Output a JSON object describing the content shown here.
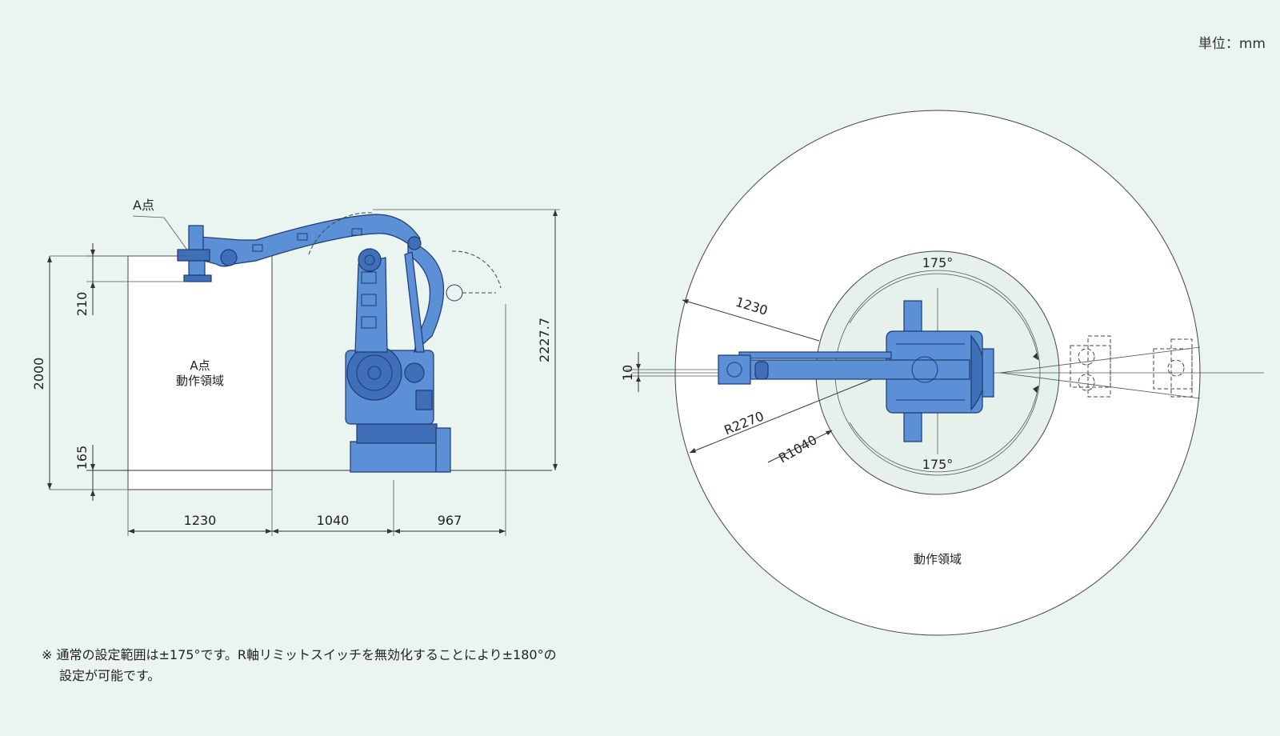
{
  "unit_label": "単位：mm",
  "side_view": {
    "point_a_label": "A点",
    "region_label_line1": "A点",
    "region_label_line2": "動作領域",
    "dims": {
      "v_210": "210",
      "v_2000": "2000",
      "v_165": "165",
      "v_2227": "2227.7",
      "h_1230": "1230",
      "h_1040": "1040",
      "h_967": "967"
    }
  },
  "top_view": {
    "angle_top": "175°",
    "angle_bottom": "175°",
    "dim_1230": "1230",
    "dim_10": "10",
    "dim_r2270": "R2270",
    "dim_r1040": "R1040",
    "region_label": "動作領域"
  },
  "note": {
    "line1": "※ 通常の設定範囲は±175°です。R軸リミットスイッチを無効化することにより±180°の",
    "line2": "設定が可能です。"
  },
  "colors": {
    "background": "#eaf4f0",
    "robot_body": "#5b8fd6",
    "robot_outline": "#1f3b70"
  }
}
